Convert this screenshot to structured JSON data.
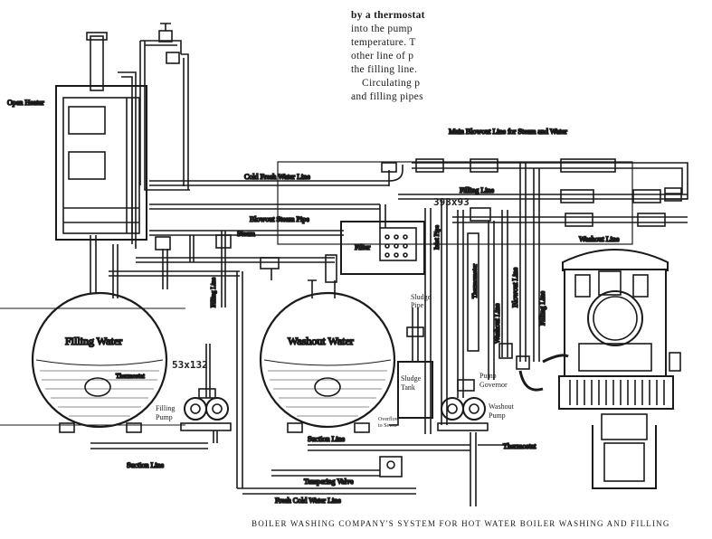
{
  "paragraph": {
    "lines": [
      "by a thermostat",
      "into the pump",
      "temperature.  T",
      "other line of p",
      "the filling line.",
      "Circulating  p",
      "and filling pipes"
    ]
  },
  "labels": {
    "open_heater": "Open Heater",
    "main_blowout": "Main Blowout Line for Steam and Water",
    "cold_fresh_water": "Cold Fresh Water Line",
    "filling_line_top": "Filling Line",
    "blowout_steam_pipe": "Blowout Steam Pipe",
    "steam": "Steam",
    "filter": "Filter",
    "inlet_pipe": "Inlet Pipe",
    "washout_line_top": "Washout Line",
    "filling_water": "Filling Water",
    "washout_water": "Washout Water",
    "sludge_pipe": "Sludge\nPipe",
    "sludge_tank": "Sludge\nTank",
    "thermostat_left": "Thermostat",
    "filling_pump": "Filling\nPump",
    "thermometer": "Thermometer",
    "pump_governor": "Pump\nGovernor",
    "washout_pump": "Washout\nPump",
    "washout_line_v": "Washout Line",
    "blowout_line_v": "Blowout Line",
    "filling_line_v": "Filling Line",
    "filling_line_left_v": "Filling Line",
    "overflow": "Overflow\nto Sewer",
    "thermostat_bottom": "Thermostat",
    "suction_line_left": "Suction Line",
    "suction_line_mid": "Suction Line",
    "tempering_valve": "Tempering Valve",
    "fresh_cold_water": "Fresh Cold Water Line"
  },
  "overlay_tags": {
    "box_tag": "393x93",
    "small_tag": "53x132"
  },
  "caption": "BOILER WASHING COMPANY'S SYSTEM FOR HOT WATER BOILER WASHING AND FILLING"
}
